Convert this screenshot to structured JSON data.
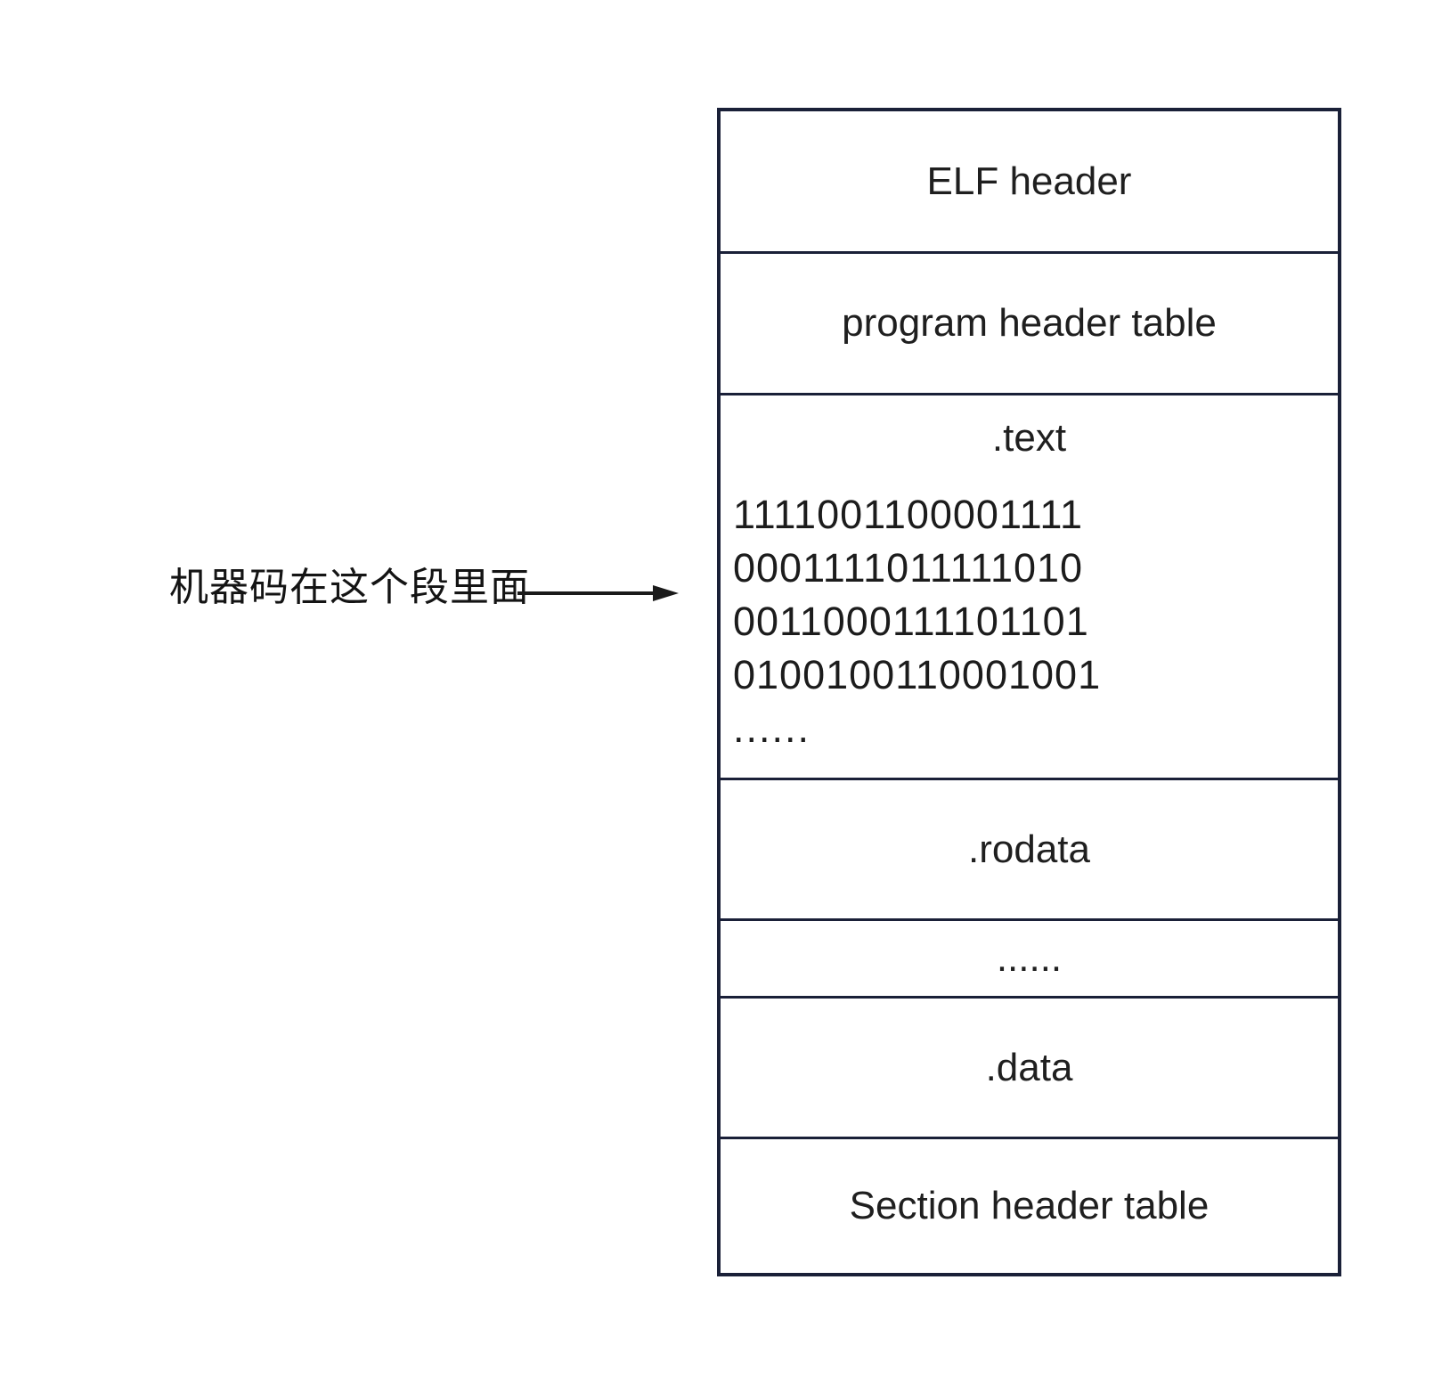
{
  "diagram": {
    "title_hint": "ELF file layout",
    "annotation": {
      "label": "机器码在这个段里面",
      "points_to": ".text"
    },
    "sections": [
      {
        "label": "ELF header"
      },
      {
        "label": "program header table"
      },
      {
        "label": ".text",
        "code_lines": [
          "1111001100001111",
          "0001111011111010",
          "0011000111101101",
          "0100100110001001"
        ],
        "ellipsis": "......"
      },
      {
        "label": ".rodata"
      },
      {
        "label": "......"
      },
      {
        "label": ".data"
      },
      {
        "label": "Section header table"
      }
    ],
    "colors": {
      "background": "#ffffff",
      "border": "#1a2038",
      "text": "#1f1f1f",
      "arrow": "#1a1a1a"
    }
  }
}
